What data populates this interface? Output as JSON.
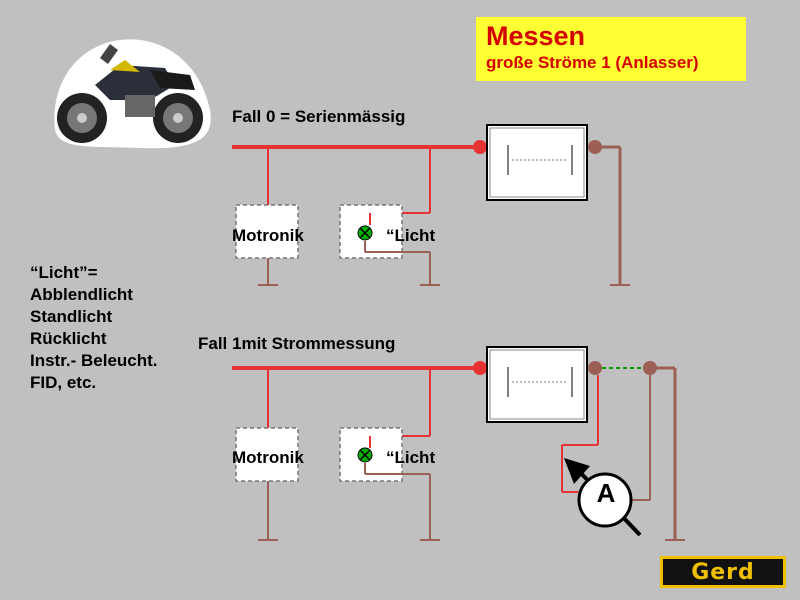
{
  "title": {
    "main": "Messen",
    "sub": "große Ströme 1 (Anlasser)"
  },
  "case0": {
    "heading": "Fall 0 = Serienmässig",
    "motronik": "Motronik",
    "licht": "“Licht"
  },
  "case1": {
    "heading": "Fall 1mit Strommessung",
    "motronik": "Motronik",
    "licht": "“Licht"
  },
  "legend": {
    "items": [
      "“Licht”=",
      "Abblendlicht",
      "Standlicht",
      "Rücklicht",
      "Instr.- Beleucht.",
      "FID, etc."
    ]
  },
  "ammeter": {
    "label": "A"
  },
  "logo": {
    "text": "Gerd"
  },
  "colors": {
    "background": "#c0c0c0",
    "positive_wire": "#e63232",
    "ground_wire": "#9b5f55",
    "title_bg": "#ffff33",
    "title_text": "#d40000",
    "shunt_dashed": "#00a000",
    "lamp": "#00b000"
  },
  "icons": {
    "motorcycle": "motorcycle-image",
    "battery": "battery-symbol",
    "lamp": "lamp-symbol",
    "ammeter": "ammeter-symbol",
    "ground": "ground-symbol"
  }
}
